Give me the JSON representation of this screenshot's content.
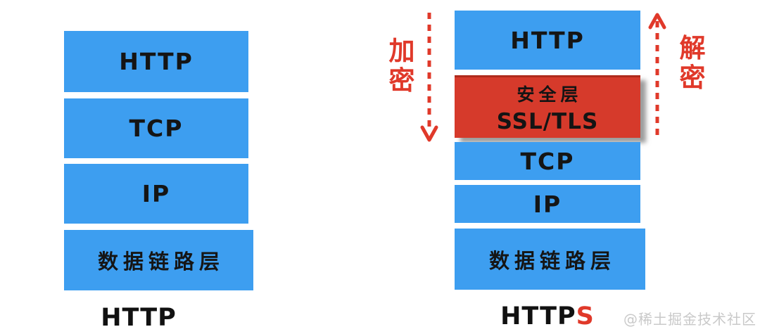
{
  "colors": {
    "layer_blue": "#3D9EF0",
    "security_red": "#D63A2B",
    "annotation_red": "#E0392A",
    "caption_black": "#111111",
    "watermark_gray": "#C9C9C9"
  },
  "left_stack": {
    "layers": [
      "HTTP",
      "TCP",
      "IP",
      "数据链路层"
    ],
    "caption": "HTTP"
  },
  "right_stack": {
    "layer_http": "HTTP",
    "security_layer": {
      "line1": "安全层",
      "line2": "SSL/TLS"
    },
    "layer_tcp": "TCP",
    "layer_ip": "IP",
    "layer_datalink": "数据链路层",
    "caption_black": "HTTP",
    "caption_red_suffix": "S"
  },
  "annotations": {
    "encrypt_label": "加密",
    "decrypt_label": "解密"
  },
  "watermark": "@稀土掘金技术社区"
}
